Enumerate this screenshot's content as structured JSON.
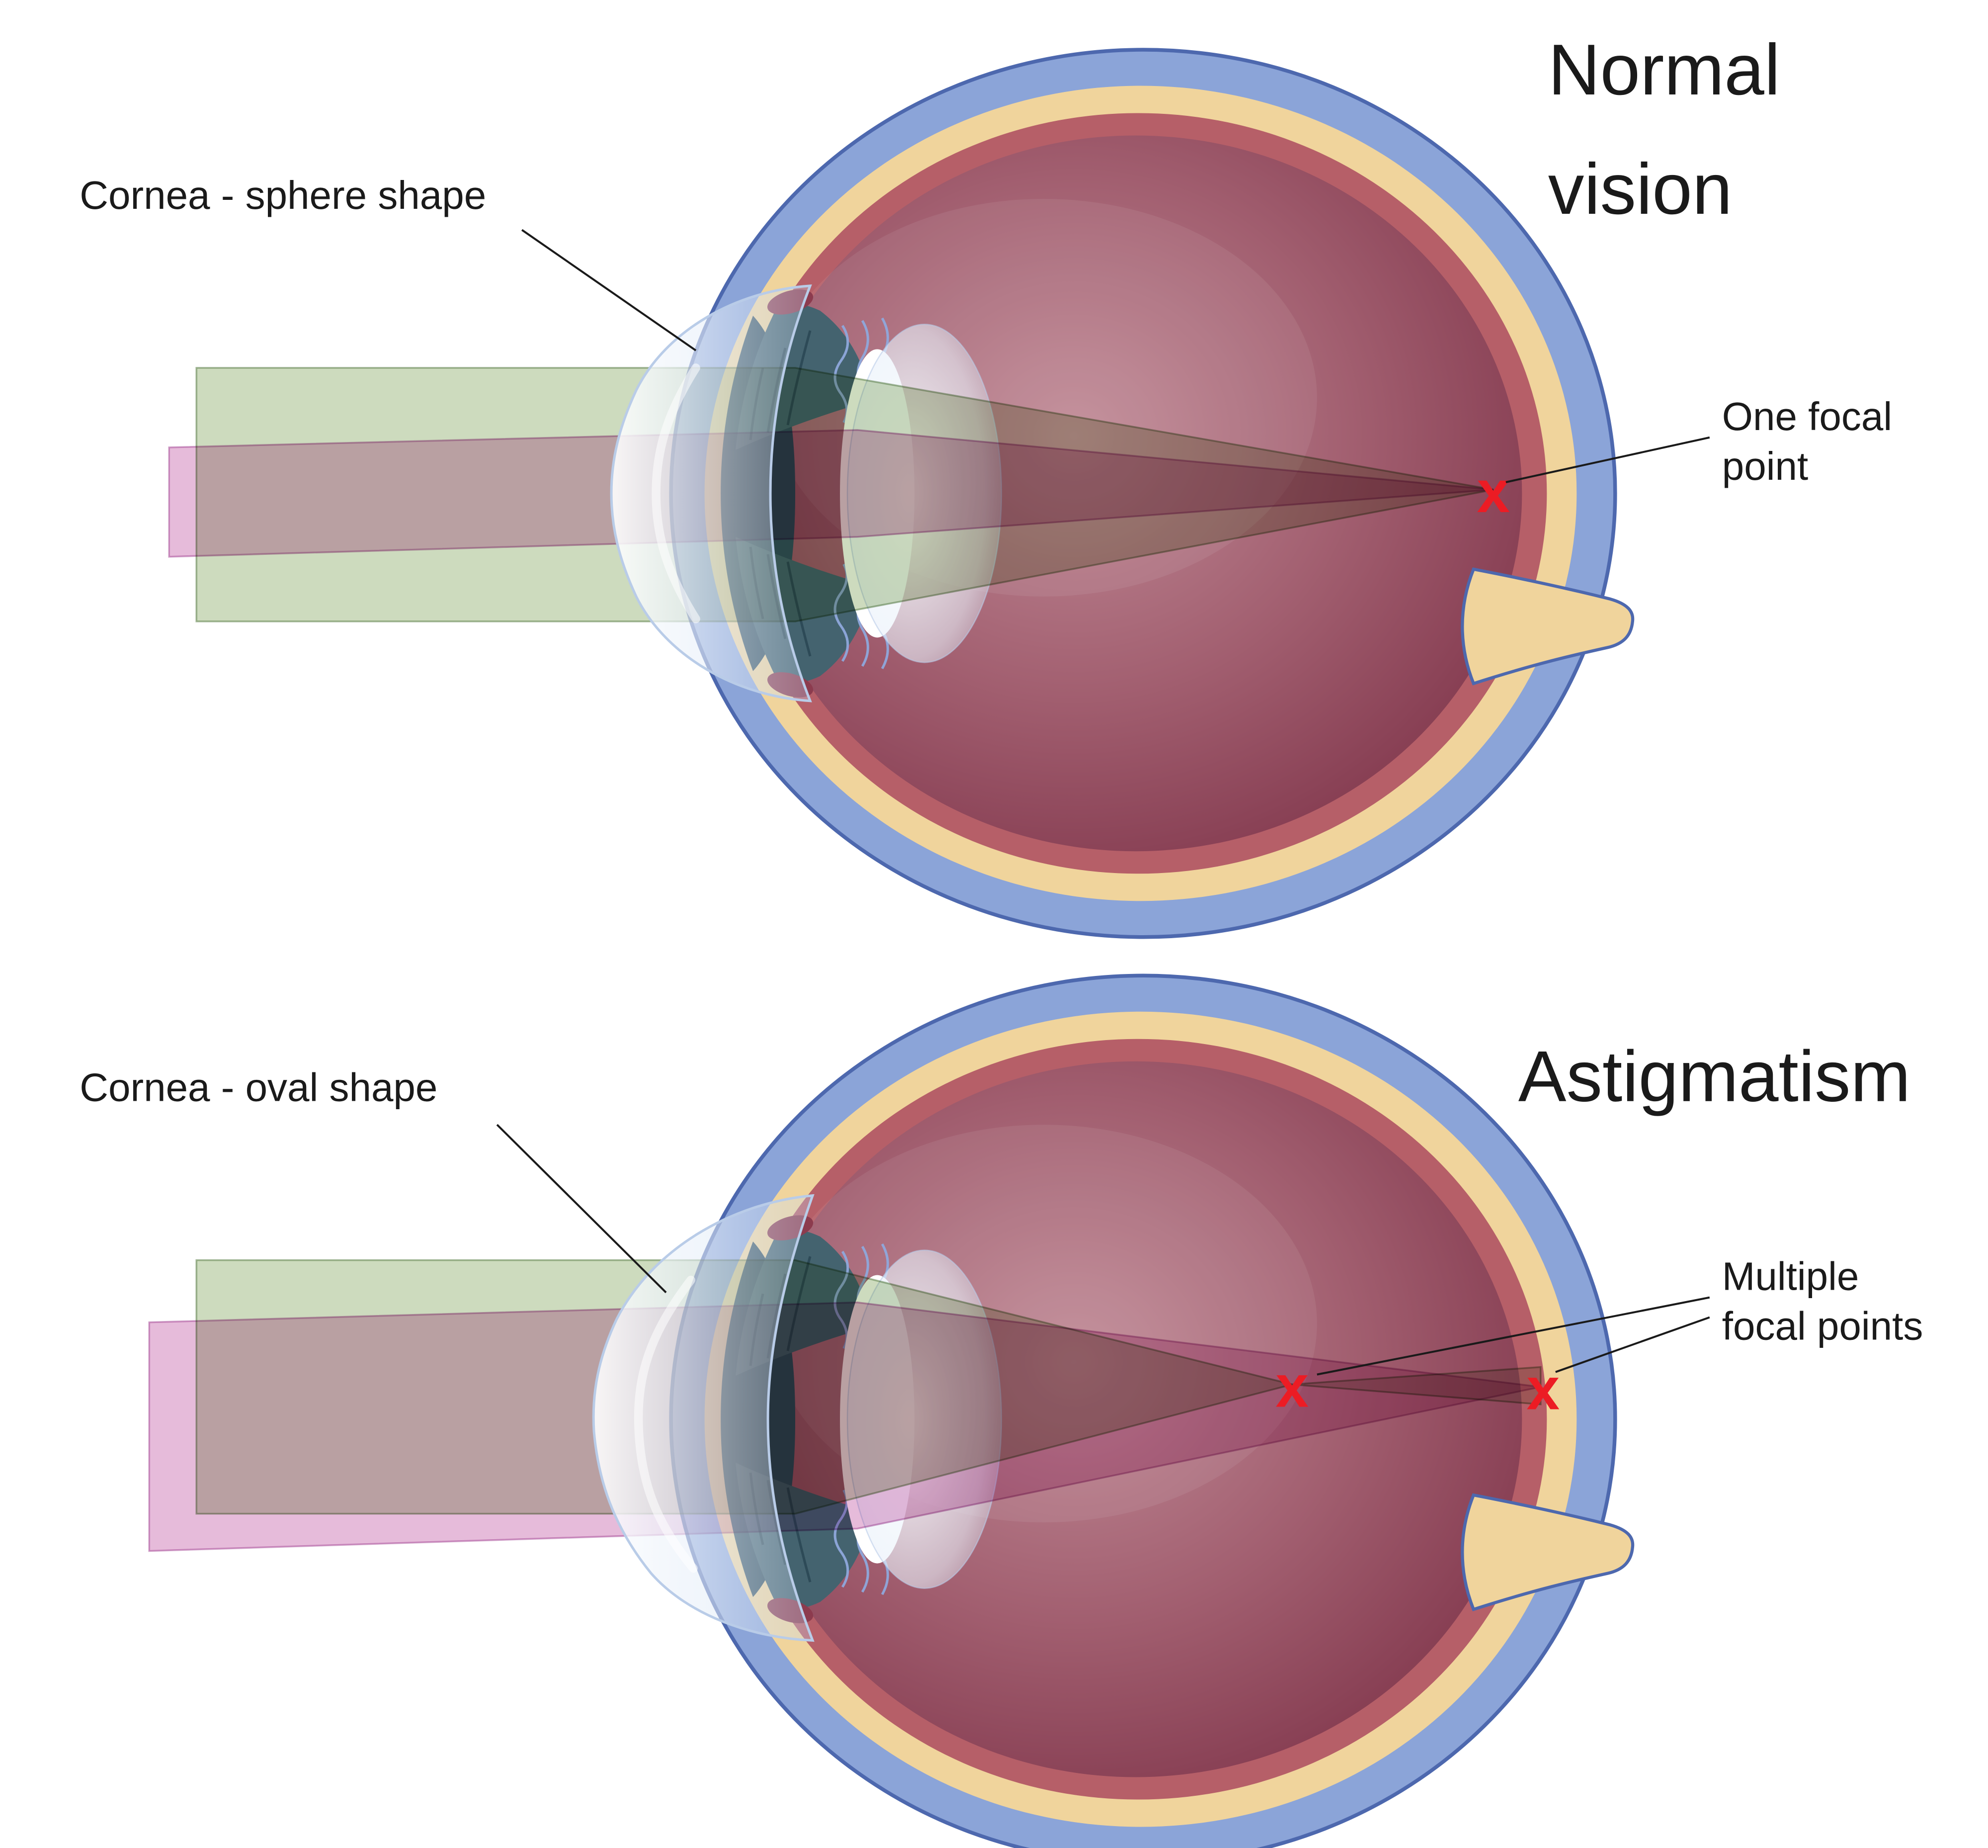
{
  "page": {
    "background": "#ffffff"
  },
  "colors": {
    "sclera_blue": "#8ba4d8",
    "sclera_outline": "#4d68ae",
    "sclera_inner_cream": "#f0d49c",
    "choroid_red": "#b65f68",
    "vitreous_dark": "#7d3248",
    "vitreous_light": "#c18b97",
    "iris_teal": "#44636f",
    "beam_green": "#9cb87e",
    "beam_green_edge": "#5a7d46",
    "beam_pink": "#c768ae",
    "beam_pink_edge": "#a03d8f",
    "focal_red": "#ec1c24",
    "label_text": "#1a1a1a"
  },
  "normal_eye": {
    "title_line1": "Normal",
    "title_line2": "vision",
    "cornea_label": "Cornea - sphere shape",
    "focal_label_line1": "One focal",
    "focal_label_line2": "point",
    "focal_mark": "x"
  },
  "astigmatism_eye": {
    "title_line1": "Astigmatism",
    "title_line2": "",
    "cornea_label": "Cornea - oval shape",
    "focal_label_line1": "Multiple",
    "focal_label_line2": "focal points",
    "focal_mark_near": "x",
    "focal_mark_far": "x"
  }
}
